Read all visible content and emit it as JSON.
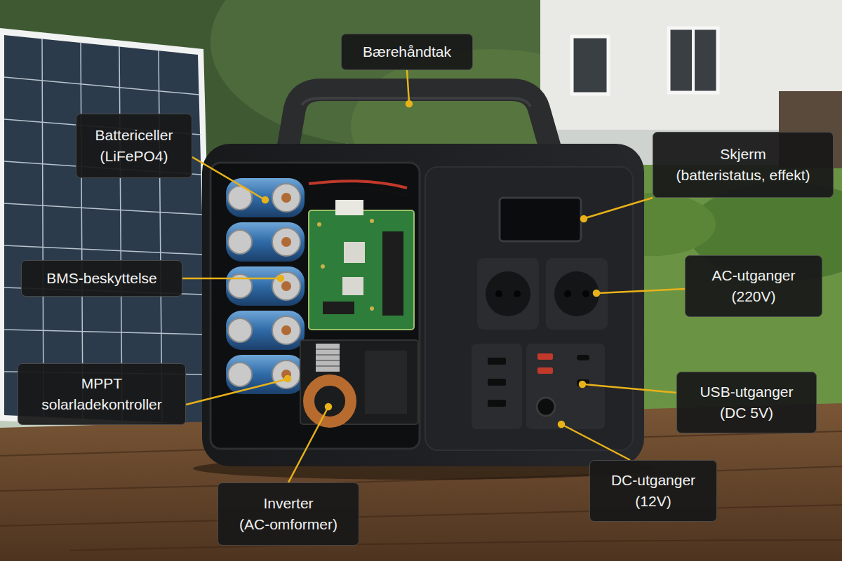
{
  "diagram": {
    "nodes": [
      {
        "text": [
          "Bærehåndtak"
        ]
      },
      {
        "text": [
          "Battericeller (LiFePO4)"
        ]
      },
      {
        "text": [
          "Skjerm (batteristatus, effekt)"
        ]
      },
      {
        "text": [
          "BMS-beskyttelse"
        ]
      },
      {
        "text": [
          "AC-utganger (220V)"
        ]
      },
      {
        "text": [
          "MPPT solarladekontroller"
        ]
      },
      {
        "text": [
          "USB-utganger (DC 5V)"
        ]
      },
      {
        "text": [
          "DC-utganger (12V)"
        ]
      },
      {
        "text": [
          "Inverter (AC-omformer)"
        ]
      }
    ]
  }
}
